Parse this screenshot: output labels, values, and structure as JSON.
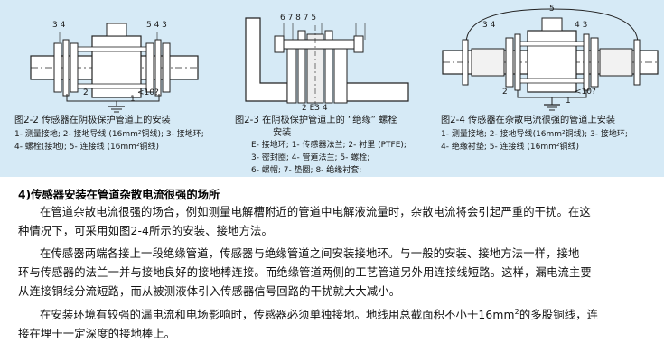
{
  "figures": [
    {
      "title": "图2-2  传感器在阴极保护管道上的安装",
      "legend": [
        "1- 测量接地;  2- 接地导线 (16mm²铜线);  3- 接地环;",
        "4- 螺栓(接地);  5- 连接线 (16mm²铜线)"
      ],
      "labels": {
        "l34": "3 4",
        "l543": "5 4 3",
        "l2": "2",
        "l1": "1",
        "angle": "<10?"
      }
    },
    {
      "title_line1": "图2-3  在阴极保护管道上的 “绝缘” 螺栓",
      "title_line2": "安装",
      "legend": [
        "E- 接地环;  1- 传感器法兰;  2- 衬里 (PTFE);",
        "3- 密封圈;  4- 管道法兰;  5- 螺栓;",
        "6- 螺帽;  7- 垫圈;  8- 绝缘衬套;"
      ],
      "labels": {
        "top": "6  7        8       7 5",
        "bottom": "2 E3  4"
      }
    },
    {
      "title": "图2-4  传感器在杂散电流很强的管道上安装",
      "legend": [
        "1- 测量接地;  2- 接地导线(16mm²铜线);  3- 接地环;",
        "4- 绝缘衬垫;  5- 连接线 (16mm²铜线)"
      ],
      "labels": {
        "l34": "3 4",
        "l5": "5",
        "l43": "4 3",
        "l2": "2",
        "l1": "1",
        "angle": "<10?"
      }
    }
  ],
  "section": {
    "heading": "4)传感器安装在管道杂散电流很强的场所",
    "p1_line1": "在管道杂散电流很强的场合，例如测量电解槽附近的管道中电解液流量时，杂散电流将会引起严重的干扰。在这",
    "p1_line2": "种情况下，可采用如图2-4所示的安装、接地方法。",
    "p2_line1": "在传感器两端各接上一段绝缘管道，传感器与绝缘管道之间安装接地环。与一般的安装、接地方法一样，接地",
    "p2_line2": "环与传感器的法兰一并与接地良好的接地棒连接。而绝缘管道两侧的工艺管道另外用连接线短路。这样，漏电流主要",
    "p2_line3": "从连接铜线分流短路，而从被测液体引入传感器信号回路的干扰就大大减小。",
    "p3_line1_a": "在安装环境有较强的漏电流和电场影响时，传感器必须单独接地。地线用总截面积不小于16mm",
    "p3_sup": "2",
    "p3_line1_b": "的多股铜线，连",
    "p3_line2": "接在埋于一定深度的接地棒上。"
  }
}
